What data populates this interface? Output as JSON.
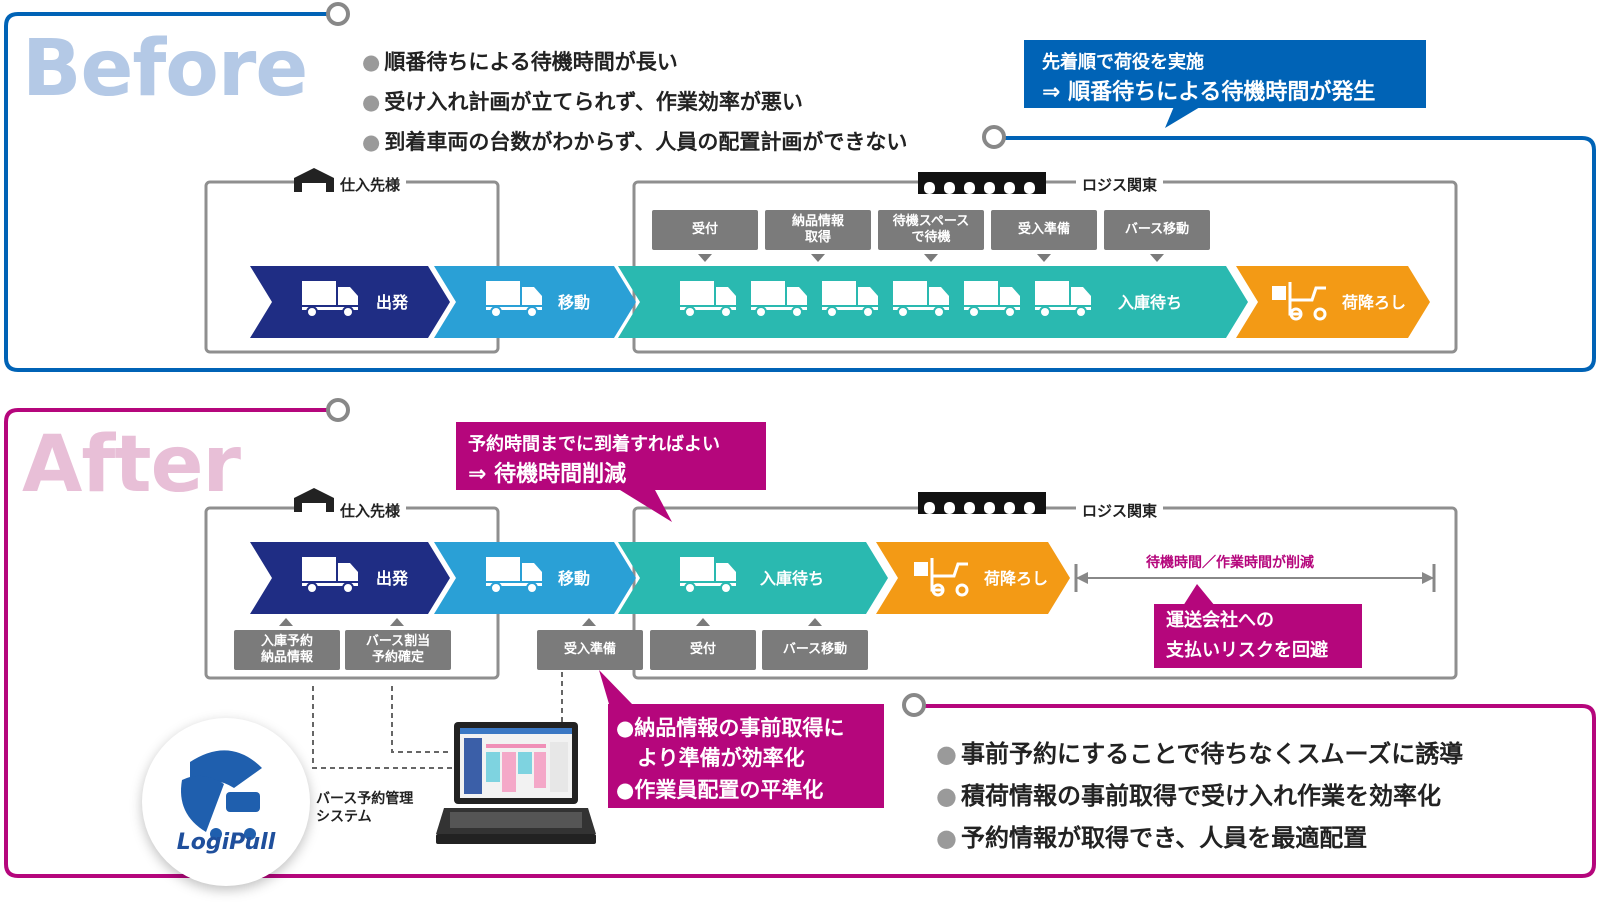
{
  "colors": {
    "before_accent": "#0063b6",
    "after_accent": "#b5067c",
    "before_title": "#b4c9e6",
    "after_title": "#e8bfd7",
    "navy": "#1f2d84",
    "blue": "#2aa0d6",
    "teal": "#2ab9b0",
    "orange": "#f39a15",
    "grey_box": "#7b7b7b"
  },
  "before": {
    "title": "Before",
    "bullets": [
      "順番待ちによる待機時間が長い",
      "受け入れ計画が立てられず、作業効率が悪い",
      "到着車両の台数がわからず、人員の配置計画ができない"
    ],
    "callout": {
      "line1": "先着順で荷役を実施",
      "line2": "⇒ 順番待ちによる待機時間が発生"
    },
    "supplier_label": "仕入先様",
    "logis_label": "ロジス関東",
    "steps": [
      "受付",
      "納品情報\n取得",
      "待機スペース\nで待機",
      "受入準備",
      "バース移動"
    ],
    "flow": [
      "出発",
      "移動",
      "入庫待ち",
      "荷降ろし"
    ]
  },
  "after": {
    "title": "After",
    "callout_top": {
      "line1": "予約時間までに到着すればよい",
      "line2": "⇒ 待機時間削減"
    },
    "supplier_label": "仕入先様",
    "logis_label": "ロジス関東",
    "flow": [
      "出発",
      "移動",
      "入庫待ち",
      "荷降ろし"
    ],
    "reduction_label": "待機時間／作業時間が削減",
    "callout_risk": "運送会社への\n支払いリスクを回避",
    "steps_supplier": [
      "入庫予約\n納品情報",
      "バース割当\n予約確定"
    ],
    "steps_logis": [
      "受入準備",
      "受付",
      "バース移動"
    ],
    "callout_system": {
      "line1": "●納品情報の事前取得に",
      "line2": "　より準備が効率化",
      "line3": "●作業員配置の平準化"
    },
    "system_label": "バース予約管理\nシステム",
    "logo_text": "LogiPull",
    "bullets": [
      "事前予約にすることで待ちなくスムーズに誘導",
      "積荷情報の事前取得で受け入れ作業を効率化",
      "予約情報が取得でき、人員を最適配置"
    ]
  }
}
